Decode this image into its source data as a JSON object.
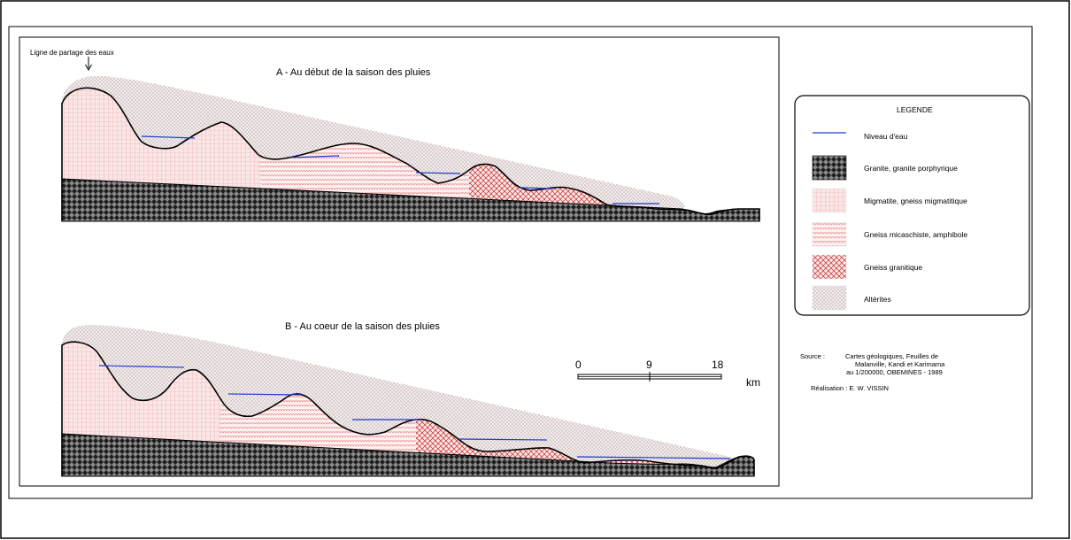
{
  "divide_label": "Ligne de partage des eaux",
  "profile_a_title": "A - Au début de la saison des pluies",
  "profile_b_title": "B - Au coeur de la saison des pluies",
  "legend": {
    "title": "LEGENDE",
    "items": [
      {
        "key": "water",
        "label": "Niveau d'eau"
      },
      {
        "key": "granite",
        "label": "Granite, granite porphyrique"
      },
      {
        "key": "migmatite",
        "label": "Migmatite, gneiss migmatitique"
      },
      {
        "key": "micaschist",
        "label": "Gneiss micaschiste, amphibole"
      },
      {
        "key": "granitic_gneiss",
        "label": "Gneiss granitique"
      },
      {
        "key": "alterites",
        "label": "Altérites"
      }
    ]
  },
  "scale": {
    "ticks": [
      "0",
      "9",
      "18"
    ],
    "unit": "km"
  },
  "source": {
    "prefix": "Source :",
    "lines": [
      "Cartes géologiques, Feuilles de",
      "Malanville, Kandi et Karimama",
      "au 1/200000, OBEMINES - 1989"
    ]
  },
  "credit": "Réalisation : E. W. VISSIN",
  "colors": {
    "water": "#1f3fd0",
    "granite": "#222222",
    "alterites_bg": "#f4ecec",
    "alterites_fg": "#9c8a8a",
    "migmatite": "#f6d9d9",
    "micaschist": "#e06a6a",
    "granitic_gneiss": "#c41e1e",
    "outline": "#000000"
  }
}
